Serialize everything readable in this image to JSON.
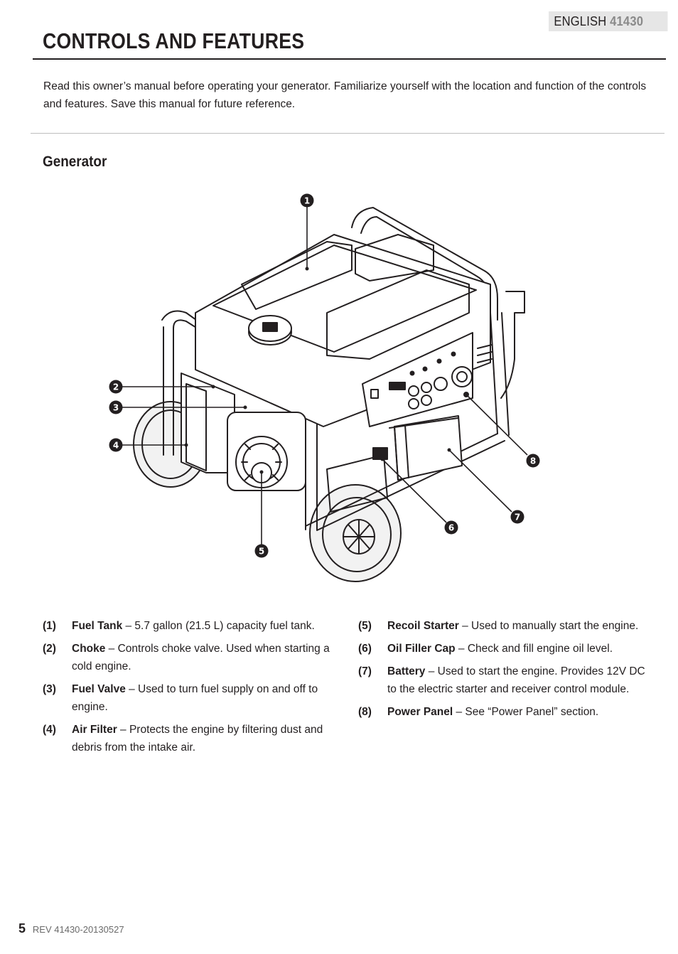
{
  "header": {
    "language": "ENGLISH",
    "model": "41430"
  },
  "title": "CONTROLS AND FEATURES",
  "intro": "Read this owner’s manual before operating your generator. Familiarize yourself with the location and function of the controls and features. Save this manual for future reference.",
  "section": "Generator",
  "callouts": [
    "1",
    "2",
    "3",
    "4",
    "5",
    "6",
    "7",
    "8"
  ],
  "features_left": [
    {
      "num": "(1)",
      "name": "Fuel Tank",
      "desc": " – 5.7 gallon (21.5 L) capacity fuel tank."
    },
    {
      "num": "(2)",
      "name": "Choke",
      "desc": " – Controls choke valve. Used when starting a cold engine."
    },
    {
      "num": "(3)",
      "name": "Fuel Valve",
      "desc": " – Used to turn fuel supply on and off to engine."
    },
    {
      "num": "(4)",
      "name": "Air Filter",
      "desc": " – Protects the engine by filtering dust and debris from the intake air."
    }
  ],
  "features_right": [
    {
      "num": "(5)",
      "name": "Recoil Starter",
      "desc": " – Used to manually start the engine."
    },
    {
      "num": "(6)",
      "name": "Oil Filler Cap",
      "desc": " – Check and fill engine oil level."
    },
    {
      "num": "(7)",
      "name": "Battery",
      "desc": " – Used to start the engine. Provides 12V DC to the electric starter and receiver control module."
    },
    {
      "num": "(8)",
      "name": "Power Panel",
      "desc": " – See “Power Panel” section."
    }
  ],
  "footer": {
    "page": "5",
    "rev": "REV 41430-20130527"
  }
}
